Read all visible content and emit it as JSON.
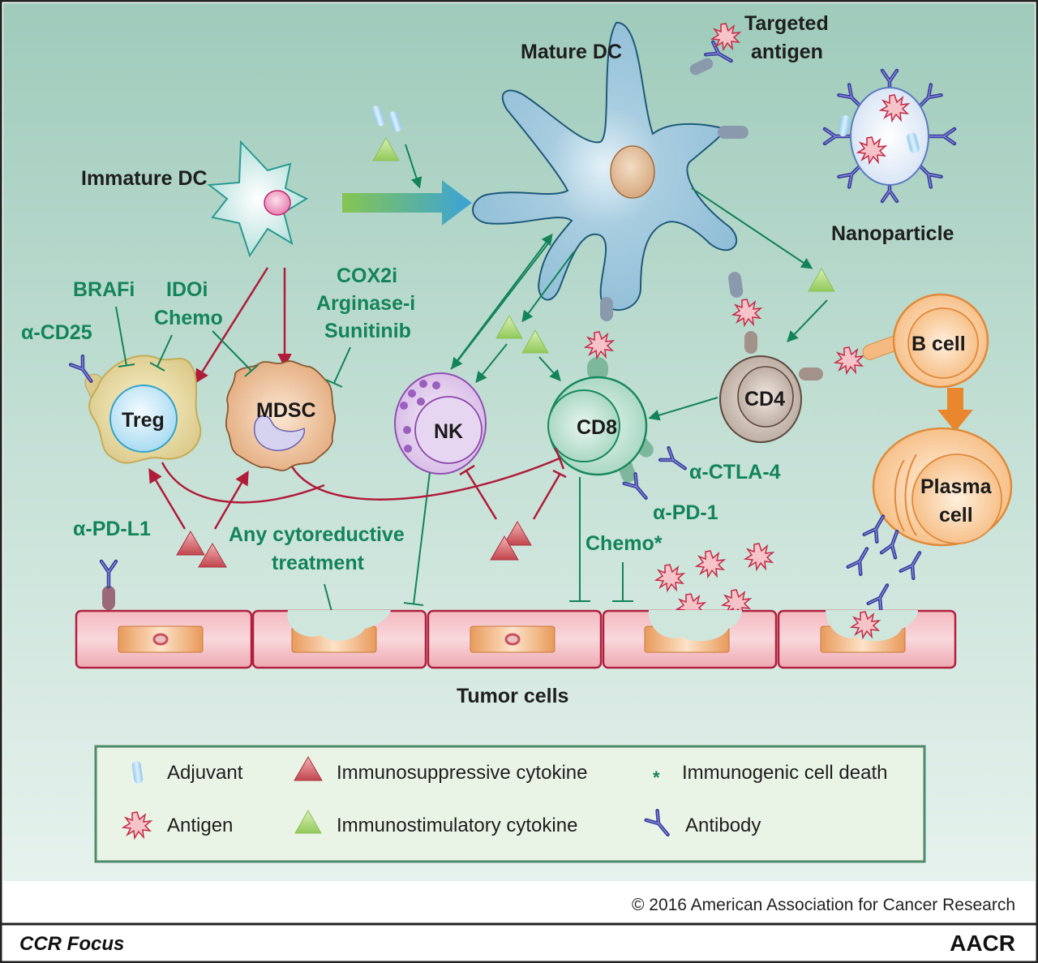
{
  "labels": {
    "mature_dc": "Mature DC",
    "immature_dc": "Immature DC",
    "targeted_antigen_line1": "Targeted",
    "targeted_antigen_line2": "antigen",
    "nanoparticle": "Nanoparticle",
    "tumor_cells": "Tumor cells"
  },
  "cells": {
    "treg": "Treg",
    "mdsc": "MDSC",
    "nk": "NK",
    "cd8": "CD8",
    "cd4": "CD4",
    "b_cell": "B cell",
    "plasma_line1": "Plasma",
    "plasma_line2": "cell"
  },
  "drugs": {
    "brafi": "BRAFi",
    "idoi": "IDOi",
    "chemo": "Chemo",
    "cox2i": "COX2i",
    "arginase": "Arginase-i",
    "sunitinib": "Sunitinib",
    "anti_cd25": "α-CD25",
    "anti_pdl1": "α-PD-L1",
    "cytoreductive_line1": "Any cytoreductive",
    "cytoreductive_line2": "treatment",
    "anti_ctla4": "α-CTLA-4",
    "anti_pd1": "α-PD-1",
    "chemo_star": "Chemo*"
  },
  "legend": {
    "items": [
      {
        "icon": "adjuvant-icon",
        "label": "Adjuvant"
      },
      {
        "icon": "immunosuppressive-cytokine-icon",
        "label": "Immunosuppressive cytokine"
      },
      {
        "icon": "immunogenic-cell-death-icon",
        "label": "Immunogenic cell death"
      },
      {
        "icon": "antigen-icon",
        "label": "Antigen"
      },
      {
        "icon": "immunostimulatory-cytokine-icon",
        "label": "Immunostimulatory cytokine"
      },
      {
        "icon": "antibody-icon",
        "label": "Antibody"
      }
    ]
  },
  "footer": {
    "copyright": "© 2016 American Association for Cancer Research",
    "journal": "CCR Focus",
    "publisher_logo": "AACR"
  },
  "colors": {
    "stimulate_arrow": "#13845a",
    "suppress_arrow": "#b01c3a",
    "antibody": "#3b3f9c",
    "antigen_fill": "#f6c3c8",
    "antigen_stroke": "#c42a45"
  }
}
